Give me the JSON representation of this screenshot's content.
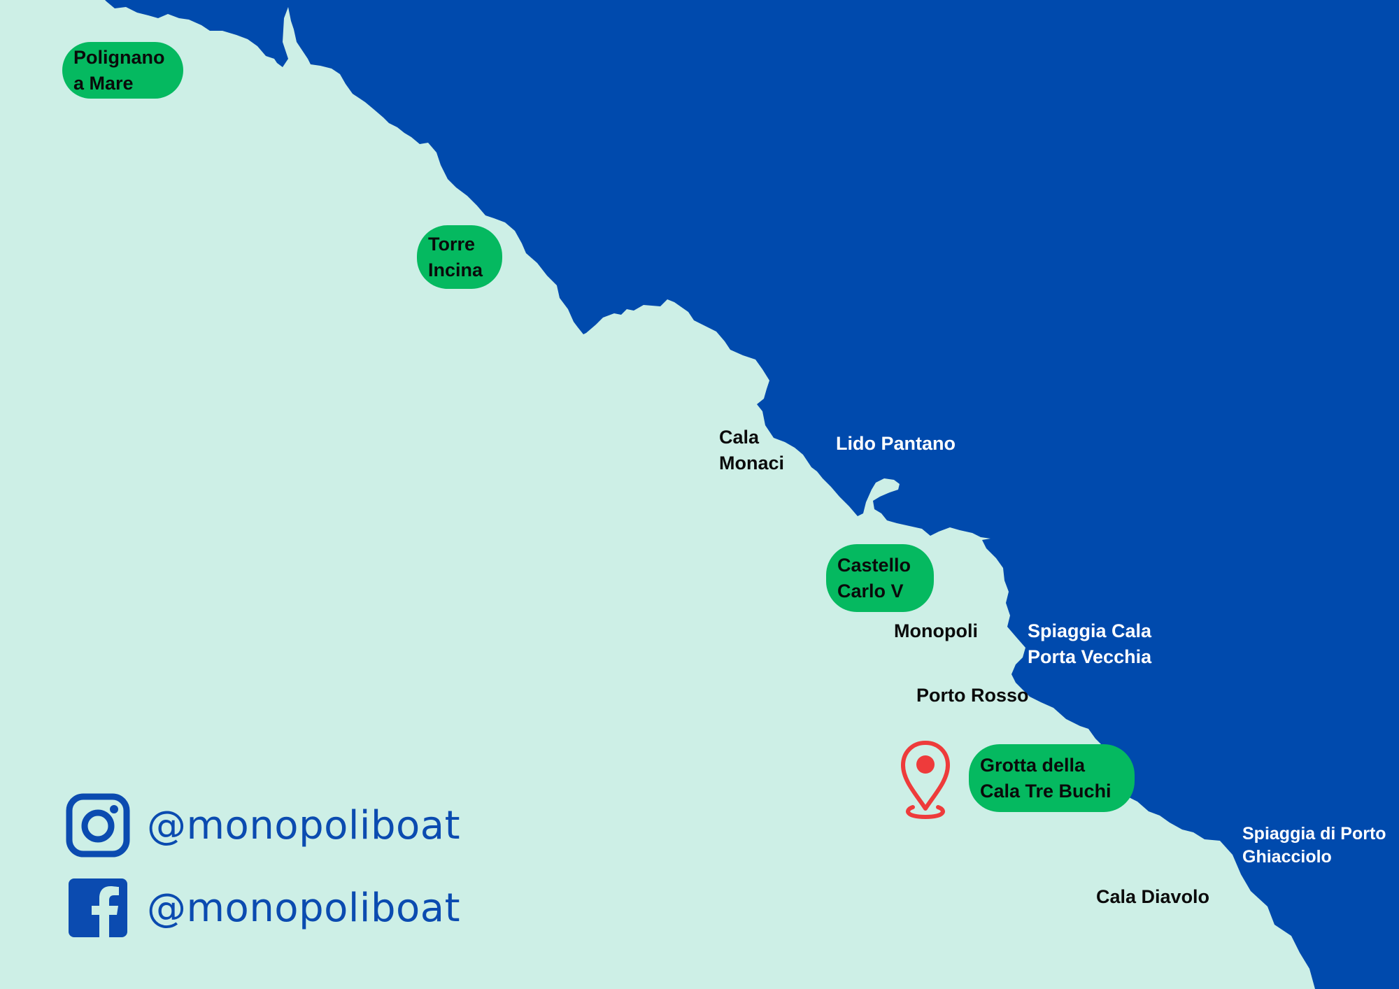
{
  "map": {
    "colors": {
      "land": "#cdefe6",
      "sea": "#004aad",
      "highlight": "#05b960",
      "pin": "#ee3b3b",
      "social": "#0b4bb0"
    }
  },
  "places": {
    "polignano": [
      "Polignano",
      "a Mare"
    ],
    "torre_incina": [
      "Torre",
      "Incina"
    ],
    "cala_monaci": [
      "Cala",
      "Monaci"
    ],
    "lido_pantano": "Lido Pantano",
    "castello": [
      "Castello",
      "Carlo V"
    ],
    "monopoli": "Monopoli",
    "spiaggia_porta_vecchia": [
      "Spiaggia Cala",
      "Porta Vecchia"
    ],
    "porto_rosso": "Porto Rosso",
    "grotta": [
      "Grotta della",
      "Cala Tre Buchi"
    ],
    "porto_ghiacciolo": [
      "Spiaggia di Porto",
      "Ghiacciolo"
    ],
    "cala_diavolo": "Cala Diavolo"
  },
  "icons": {
    "pin": "location-pin-icon",
    "instagram": "instagram-icon",
    "facebook": "facebook-icon"
  },
  "social": {
    "instagram": "@monopoliboat",
    "facebook": "@monopoliboat"
  }
}
